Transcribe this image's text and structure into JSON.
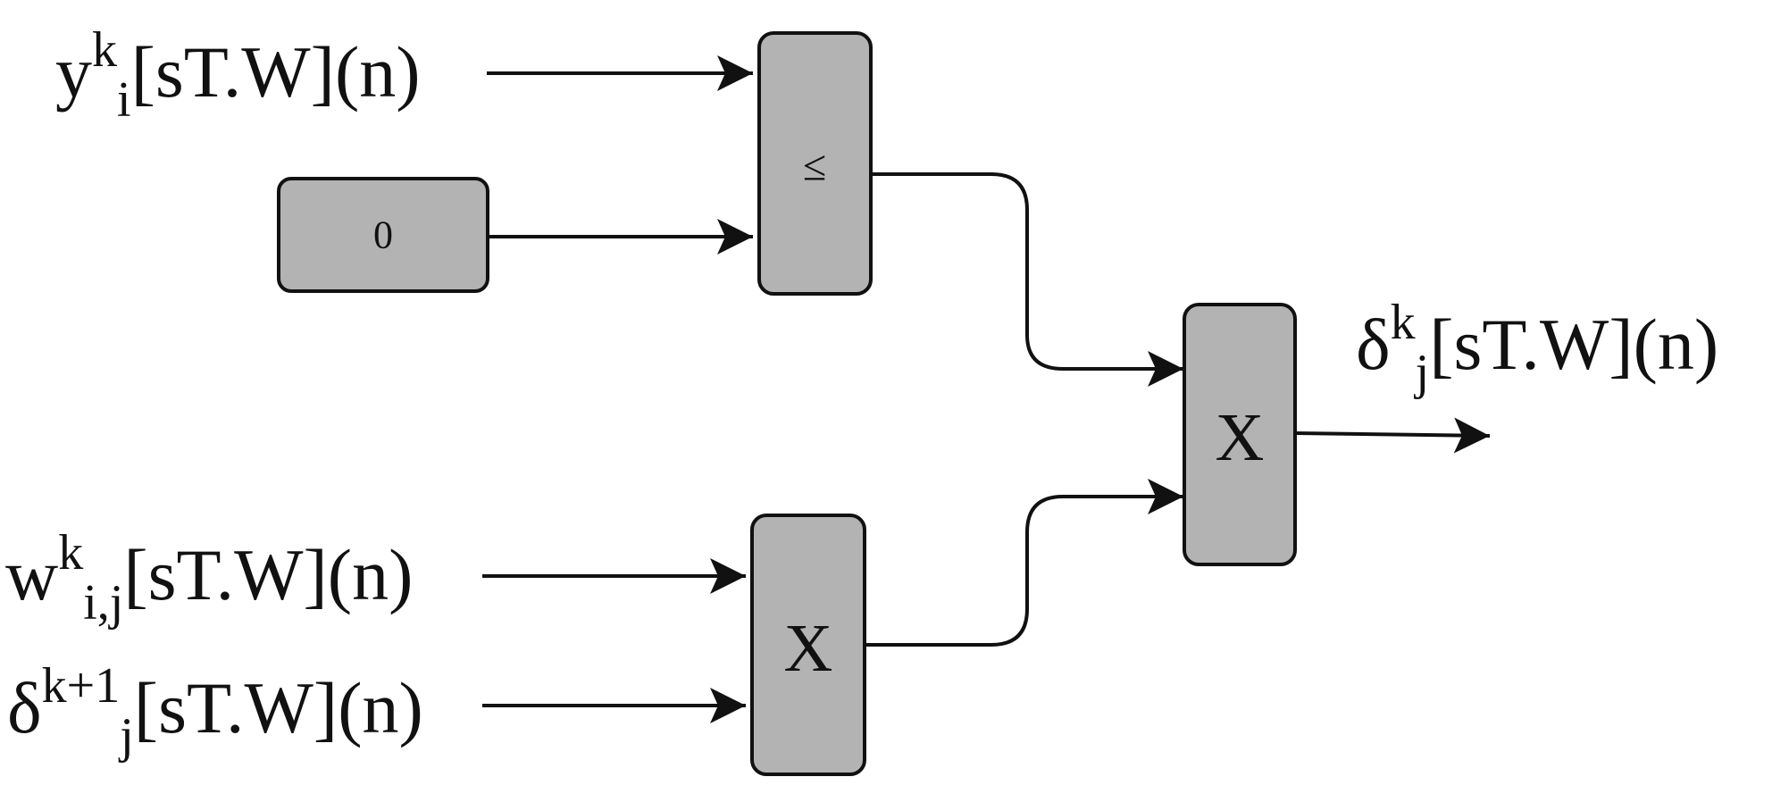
{
  "inputs": {
    "y": {
      "base": "y",
      "sup": "k",
      "sub": "i",
      "tail": "[sT.W](n)"
    },
    "w": {
      "base": "w",
      "sup": "k",
      "sub": "i,j",
      "tail": "[sT.W](n)"
    },
    "d": {
      "base": "δ",
      "sup": "k+1",
      "sub": "j",
      "tail": "[sT.W](n)"
    }
  },
  "output": {
    "base": "δ",
    "sup": "k",
    "sub": "j",
    "tail": "[sT.W](n)"
  },
  "blocks": {
    "constant": "0",
    "compare": "≤",
    "multiply_lower": "X",
    "multiply_final": "X"
  },
  "colors": {
    "block_fill": "#b3b3b3",
    "stroke": "#111111"
  }
}
